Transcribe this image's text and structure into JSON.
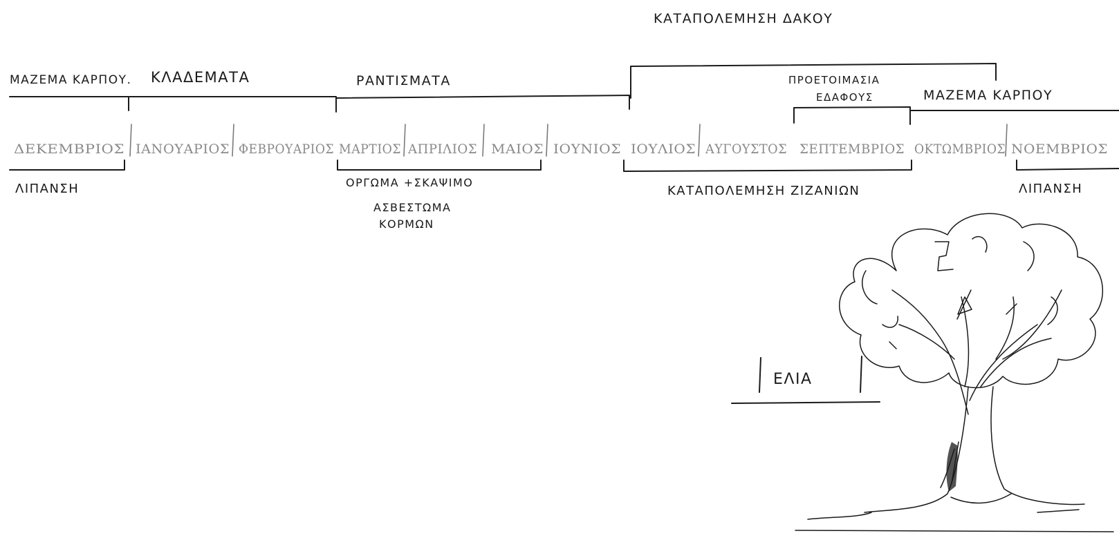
{
  "title": "ΚΑΤΑΠΟΛΕΜΗΣΗ ΔΑΚΟΥ",
  "top_labels": {
    "harvest_left": "ΜΑΖΕΜΑ ΚΑΡΠΟΥ.",
    "pruning": "ΚΛΑΔΕΜΑΤΑ",
    "spraying": "ΡΑΝΤΙΣΜΑΤΑ",
    "soil_prep": [
      "ΠΡΟΕΤΟΙΜΑΣΙΑ",
      "ΕΔΑΦΟΥΣ"
    ],
    "harvest_right": "ΜΑΖΕΜΑ ΚΑΡΠΟΥ"
  },
  "months": [
    "ΔΕΚΕΜΒΡΙΟΣ",
    "ΙΑΝΟΥΑΡΙΟΣ",
    "ΦΕΒΡΟΥΑΡΙΟΣ",
    "ΜΑΡΤΙΟΣ",
    "ΑΠΡΙΛΙΟΣ",
    "ΜΑΙΟΣ",
    "ΙΟΥΝΙΟΣ",
    "ΙΟΥΛΙΟΣ",
    "ΑΥΓΟΥΣΤΟΣ",
    "ΣΕΠΤΕΜΒΡΙΟΣ",
    "ΟΚΤΩΜΒΡΙΟΣ",
    "ΝΟΕΜΒΡΙΟΣ"
  ],
  "bottom_labels": {
    "fertilizing_left": "ΛΙΠΑΝΣΗ",
    "watering": "ΟΡΓΩΜΑ +ΣΚΑΨΙΜΟ",
    "liming": [
      "ΑΣΒΕΣΤΩΜΑ",
      "ΚΟΡΜΩΝ"
    ],
    "weed_control": "ΚΑΤΑΠΟΛΕΜΗΣΗ ΖΙΖΑΝΙΩΝ",
    "fertilizing_right": "ΛΙΠΑΝΣΗ"
  },
  "sign_label": "ΕΛΙΑ",
  "icons": [
    "olive-tree-icon"
  ]
}
